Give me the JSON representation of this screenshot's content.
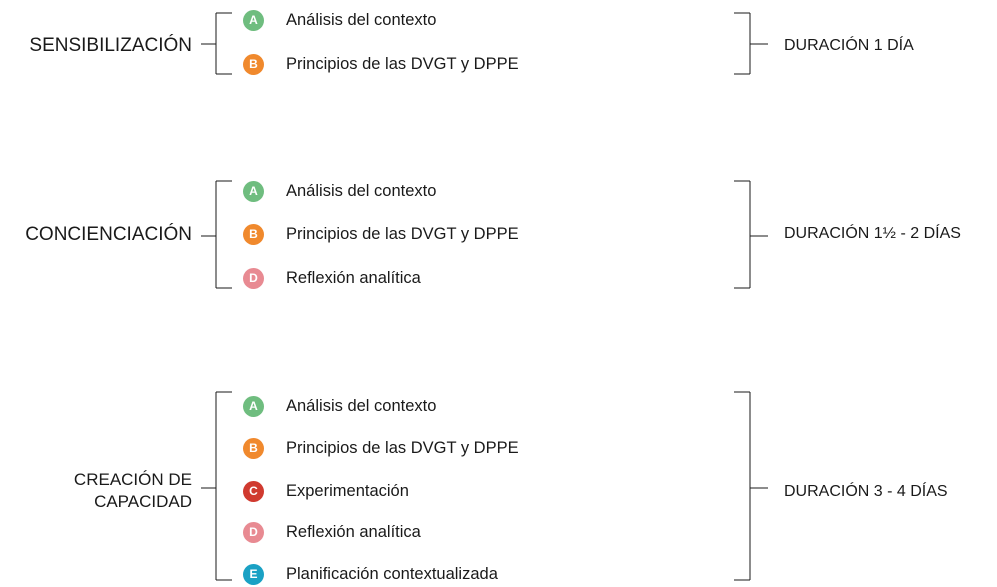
{
  "groups": [
    {
      "label_lines": [
        "SENSIBILIZACIÓN"
      ],
      "duration": "DURACIÓN 1 DÍA",
      "items": [
        {
          "badge": "A",
          "text": "Análisis del contexto",
          "color": "#6fbd7f"
        },
        {
          "badge": "B",
          "text": "Principios de las DVGT y DPPE",
          "color": "#f0892d"
        }
      ]
    },
    {
      "label_lines": [
        "CONCIENCIACIÓN"
      ],
      "duration": "DURACIÓN 1½ - 2 DÍAS",
      "items": [
        {
          "badge": "A",
          "text": "Análisis del contexto",
          "color": "#6fbd7f"
        },
        {
          "badge": "B",
          "text": "Principios de las DVGT y DPPE",
          "color": "#f0892d"
        },
        {
          "badge": "D",
          "text": "Reflexión analítica",
          "color": "#e88a92"
        }
      ]
    },
    {
      "label_lines": [
        "CREACIÓN DE",
        "CAPACIDAD"
      ],
      "duration": "DURACIÓN 3 - 4 DÍAS",
      "items": [
        {
          "badge": "A",
          "text": "Análisis del contexto",
          "color": "#6fbd7f"
        },
        {
          "badge": "B",
          "text": "Principios de las DVGT y DPPE",
          "color": "#f0892d"
        },
        {
          "badge": "C",
          "text": "Experimentación",
          "color": "#d03a2f"
        },
        {
          "badge": "D",
          "text": "Reflexión analítica",
          "color": "#e88a92"
        },
        {
          "badge": "E",
          "text": "Planificación contextualizada",
          "color": "#1aa1c4"
        }
      ]
    }
  ]
}
